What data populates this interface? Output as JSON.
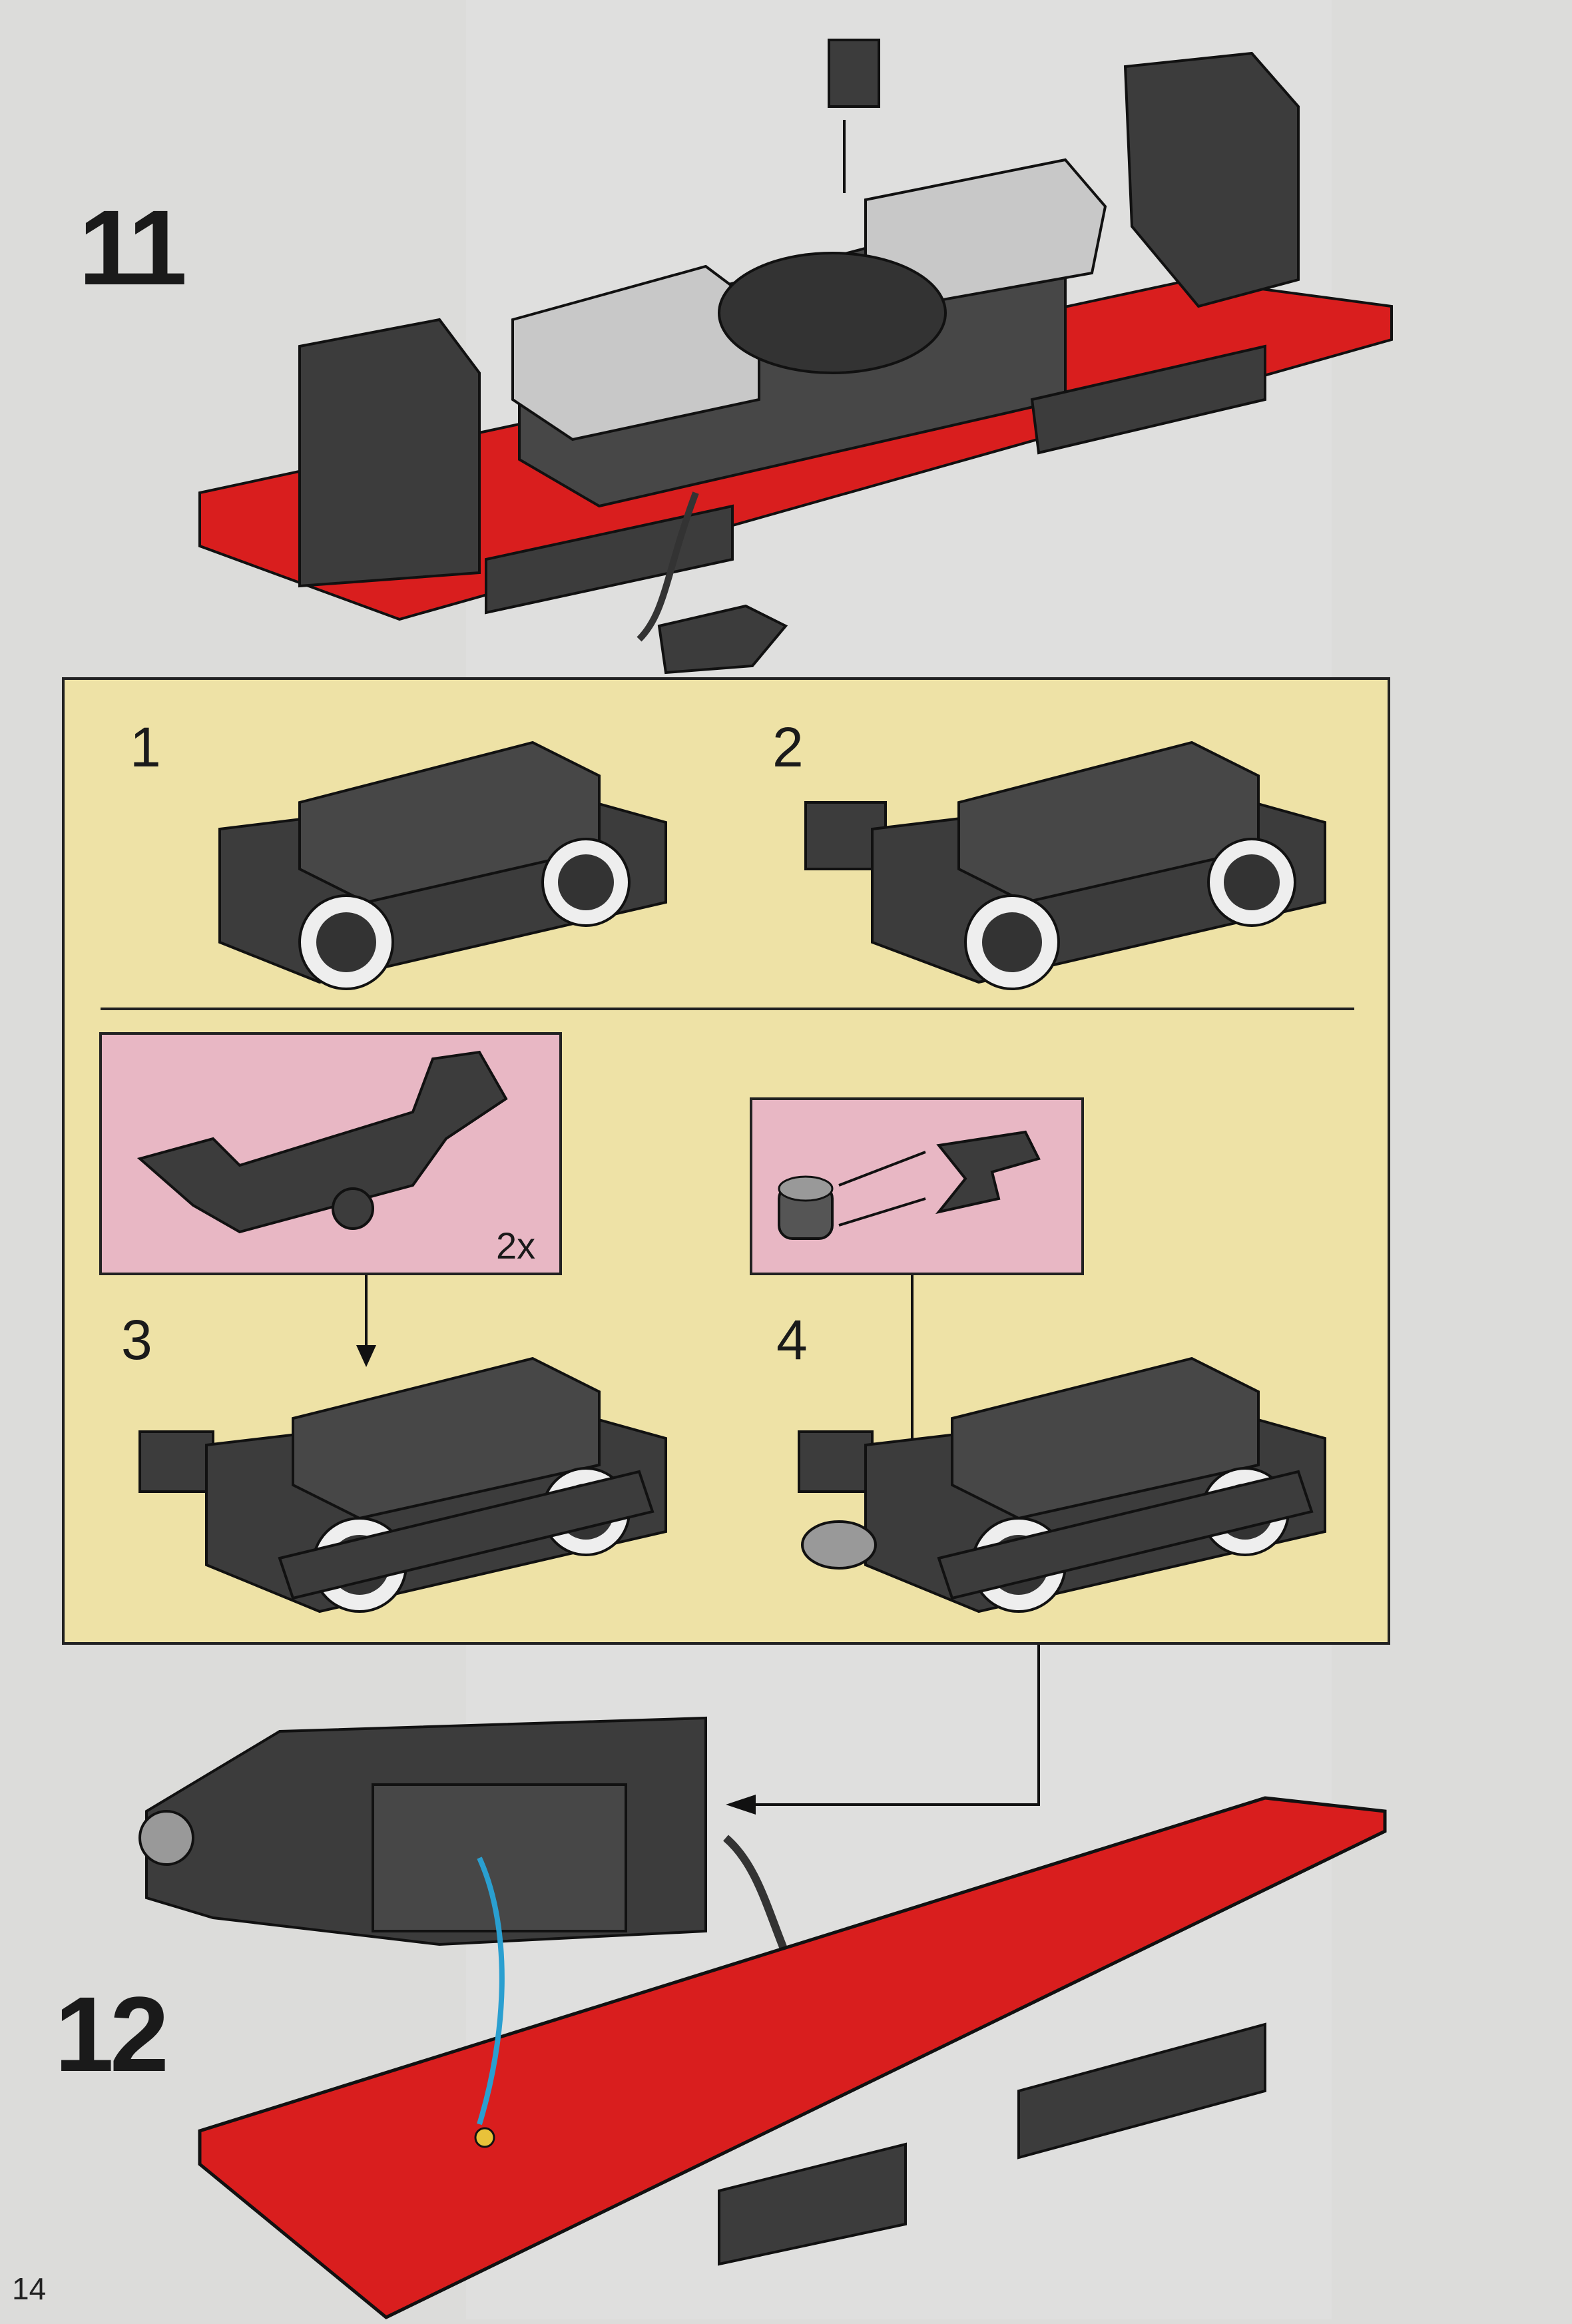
{
  "steps": [
    {
      "number": "11"
    },
    {
      "number": "12"
    }
  ],
  "substeps": [
    "1",
    "2",
    "3",
    "4"
  ],
  "callout": {
    "quantity": "2x"
  },
  "page": {
    "number": "14"
  },
  "colors": {
    "background": "#dcdcda",
    "panel": "#eee2a6",
    "callout": "#e8b7c4",
    "brick_red": "#d91e1e",
    "brick_dark": "#3c3c3c",
    "brick_light": "#c8c8c8",
    "wire": "#2a9fd0"
  }
}
